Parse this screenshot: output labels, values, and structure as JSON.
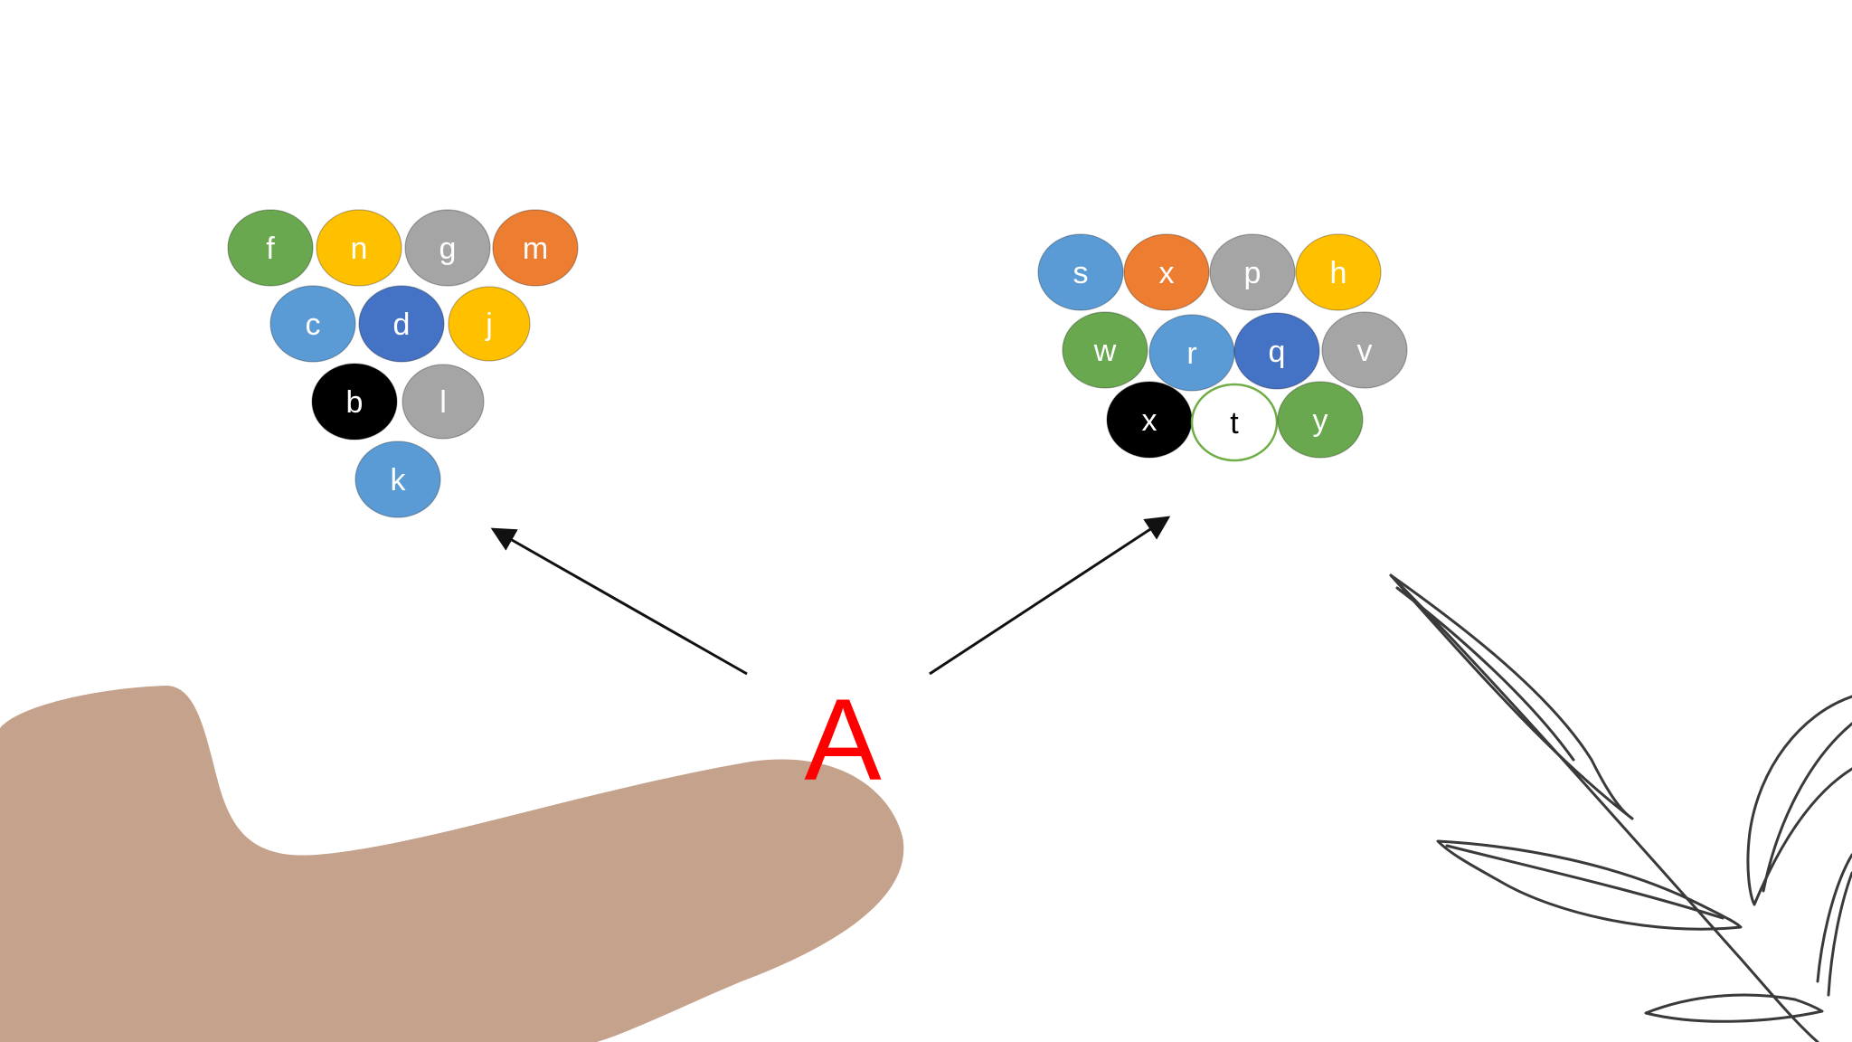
{
  "colors": {
    "green": "#6aa84f",
    "yellow": "#ffc000",
    "gray": "#a5a5a5",
    "orange": "#ed7d31",
    "light_blue": "#5b9bd5",
    "blue": "#4472c4",
    "black": "#000000",
    "white": "#ffffff",
    "white_outline": "#70ad47",
    "label_light": "#ffffff",
    "label_dark": "#000000",
    "center_label": "#ff0000",
    "arrow": "#111111",
    "hand": "#c4a28c",
    "leaf_stroke": "#3a3a3a"
  },
  "center": {
    "label": "A"
  },
  "left_cluster": {
    "balls": [
      {
        "label": "f",
        "color": "green"
      },
      {
        "label": "n",
        "color": "yellow"
      },
      {
        "label": "g",
        "color": "gray"
      },
      {
        "label": "m",
        "color": "orange"
      },
      {
        "label": "c",
        "color": "light_blue"
      },
      {
        "label": "d",
        "color": "blue"
      },
      {
        "label": "j",
        "color": "yellow"
      },
      {
        "label": "b",
        "color": "black"
      },
      {
        "label": "l",
        "color": "gray"
      },
      {
        "label": "k",
        "color": "light_blue"
      }
    ]
  },
  "right_cluster": {
    "balls": [
      {
        "label": "s",
        "color": "light_blue"
      },
      {
        "label": "x",
        "color": "orange"
      },
      {
        "label": "p",
        "color": "gray"
      },
      {
        "label": "h",
        "color": "yellow"
      },
      {
        "label": "w",
        "color": "green"
      },
      {
        "label": "r",
        "color": "light_blue"
      },
      {
        "label": "q",
        "color": "blue"
      },
      {
        "label": "v",
        "color": "gray"
      },
      {
        "label": "x",
        "color": "black"
      },
      {
        "label": "t",
        "color": "white"
      },
      {
        "label": "y",
        "color": "green"
      }
    ]
  },
  "decorations": {
    "hand_icon": "pointing-hand-icon",
    "leaf_icon": "leaf-branch-icon"
  }
}
